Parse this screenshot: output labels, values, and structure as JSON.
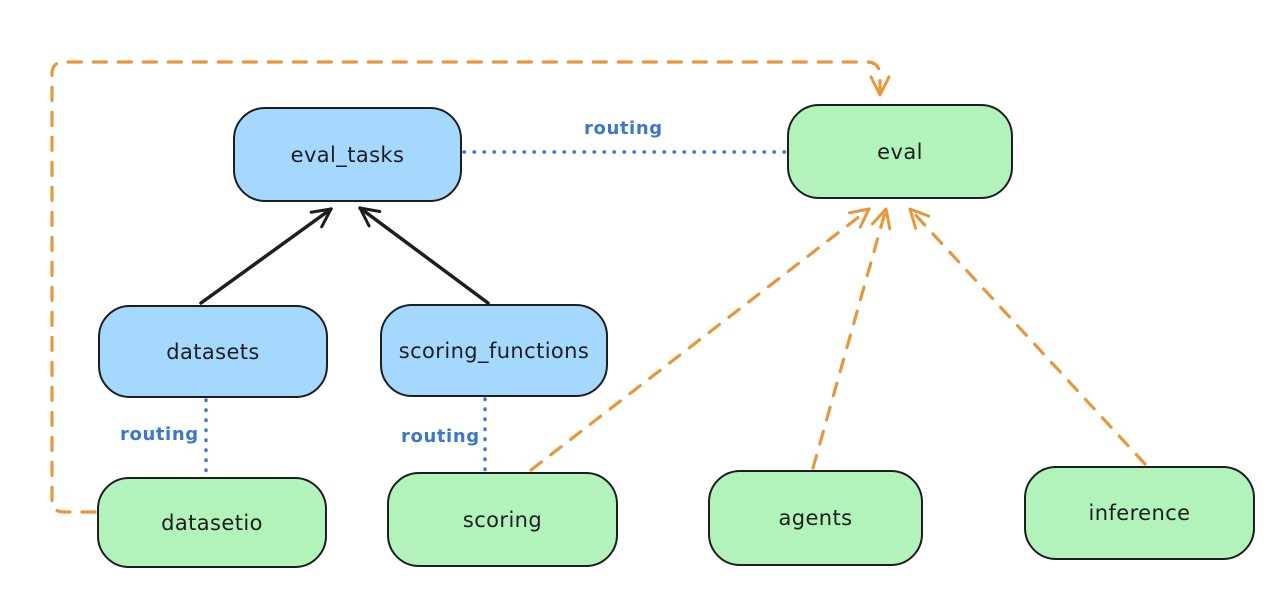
{
  "diagram": {
    "background": "#ffffff",
    "nodes": {
      "eval_tasks": {
        "label": "eval_tasks",
        "color": "blue"
      },
      "eval": {
        "label": "eval",
        "color": "green"
      },
      "datasets": {
        "label": "datasets",
        "color": "blue"
      },
      "scoring_functions": {
        "label": "scoring_functions",
        "color": "blue"
      },
      "datasetio": {
        "label": "datasetio",
        "color": "green"
      },
      "scoring": {
        "label": "scoring",
        "color": "green"
      },
      "agents": {
        "label": "agents",
        "color": "green"
      },
      "inference": {
        "label": "inference",
        "color": "green"
      }
    },
    "routing_label": "routing",
    "edges": [
      {
        "from": "datasets",
        "to": "eval_tasks",
        "style": "solid",
        "arrow": true,
        "color": "black",
        "label": ""
      },
      {
        "from": "scoring_functions",
        "to": "eval_tasks",
        "style": "solid",
        "arrow": true,
        "color": "black",
        "label": ""
      },
      {
        "from": "eval_tasks",
        "to": "eval",
        "style": "dotted",
        "arrow": false,
        "color": "blue",
        "label": "routing"
      },
      {
        "from": "datasets",
        "to": "datasetio",
        "style": "dotted",
        "arrow": false,
        "color": "blue",
        "label": "routing"
      },
      {
        "from": "scoring_functions",
        "to": "scoring",
        "style": "dotted",
        "arrow": false,
        "color": "blue",
        "label": "routing"
      },
      {
        "from": "datasetio",
        "to": "eval",
        "style": "dashed",
        "arrow": true,
        "color": "orange",
        "label": ""
      },
      {
        "from": "scoring",
        "to": "eval",
        "style": "dashed",
        "arrow": true,
        "color": "orange",
        "label": ""
      },
      {
        "from": "agents",
        "to": "eval",
        "style": "dashed",
        "arrow": true,
        "color": "orange",
        "label": ""
      },
      {
        "from": "inference",
        "to": "eval",
        "style": "dashed",
        "arrow": true,
        "color": "orange",
        "label": ""
      }
    ],
    "colors": {
      "blue_fill": "#a5d8ff",
      "green_fill": "#b2f2bb",
      "stroke": "#1e1e1e",
      "routing_blue": "#3b78cb",
      "orange": "#e8973c"
    }
  }
}
